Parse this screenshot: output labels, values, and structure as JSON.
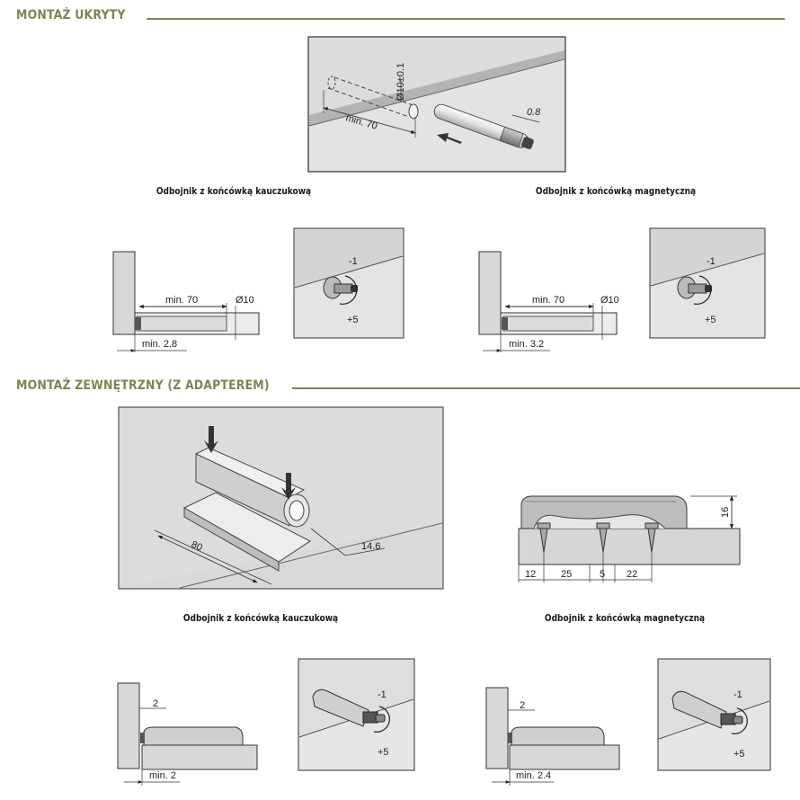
{
  "sections": {
    "hidden": {
      "title": "MONTAŻ UKRYTY"
    },
    "external": {
      "title": "MONTAŻ ZEWNĘTRZNY (Z ADAPTEREM)"
    }
  },
  "captions": {
    "hidden_rubber": "Odbojnik z końcówką kauczukową",
    "hidden_magnetic": "Odbojnik z końcówką magnetyczną",
    "external_rubber": "Odbojnik z końcówką kauczukową",
    "external_magnetic": "Odbojnik z końcówką magnetyczną"
  },
  "dims": {
    "top_photo": {
      "diameter": "Ø10±0.1",
      "min_depth": "min. 70",
      "tip": "0.8"
    },
    "hidden_rubber": {
      "min_depth": "min. 70",
      "diameter": "Ø10",
      "gap": "min. 2.8"
    },
    "hidden_magnetic": {
      "min_depth": "min. 70",
      "diameter": "Ø10",
      "gap": "min. 3.2"
    },
    "adjust": {
      "minus": "-1",
      "plus": "+5"
    },
    "adapter_photo": {
      "length": "80",
      "offset": "14.6"
    },
    "adapter_side": {
      "height": "16",
      "d1": "12",
      "d2": "25",
      "d3": "5",
      "d4": "22"
    },
    "external_rubber": {
      "top": "2",
      "gap": "min. 2"
    },
    "external_magnetic": {
      "top": "2",
      "gap": "min. 2.4"
    }
  }
}
